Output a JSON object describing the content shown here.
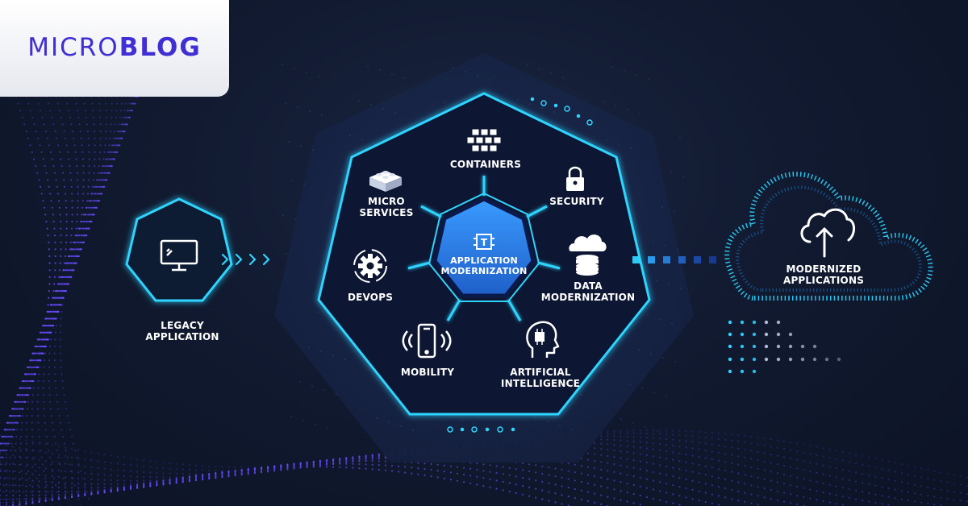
{
  "brand": {
    "prefix": "MICRO",
    "suffix": "BLOG"
  },
  "colors": {
    "accent_cyan": "#2fd4ff",
    "brand_purple": "#3f2fd4",
    "wave_purple": "#6a4cff",
    "center_blue": "#2c7fe0"
  },
  "legacy": {
    "icon": "monitor-icon",
    "line1": "LEGACY",
    "line2": "APPLICATION"
  },
  "center": {
    "icon": "chip-icon",
    "line1": "APPLICATION",
    "line2": "MODERNIZATION"
  },
  "spokes": {
    "containers": {
      "icon": "containers-icon",
      "line1": "CONTAINERS"
    },
    "security": {
      "icon": "lock-icon",
      "line1": "SECURITY"
    },
    "micro_services": {
      "icon": "lego-brick-icon",
      "line1": "MICRO",
      "line2": "SERVICES"
    },
    "data_modernization": {
      "icon": "database-cloud-icon",
      "line1": "DATA",
      "line2": "MODERNIZATION"
    },
    "devops": {
      "icon": "gear-icon",
      "line1": "DEVOPS"
    },
    "mobility": {
      "icon": "smartphone-icon",
      "line1": "MOBILITY"
    },
    "ai": {
      "icon": "ai-head-icon",
      "line1": "ARTIFICIAL",
      "line2": "INTELLIGENCE"
    }
  },
  "modernized": {
    "icon": "cloud-upload-icon",
    "line1": "MODERNIZED",
    "line2": "APPLICATIONS"
  }
}
